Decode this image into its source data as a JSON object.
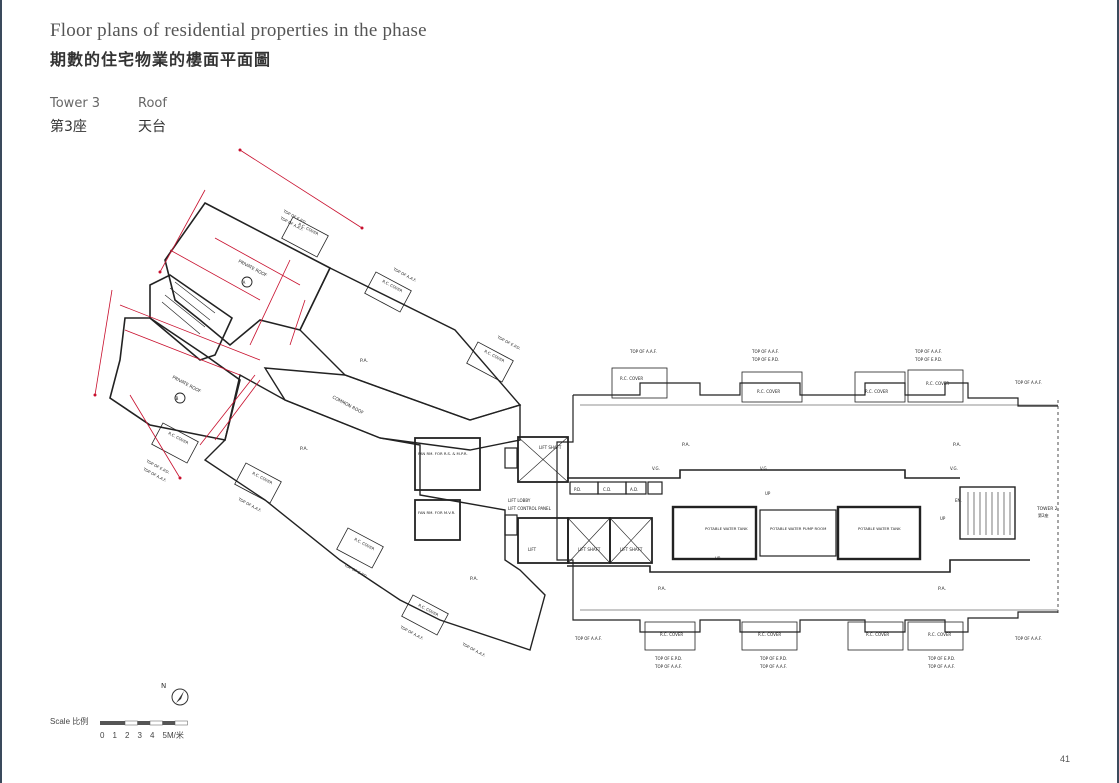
{
  "header": {
    "title_en": "Floor plans of residential properties in the phase",
    "title_zh": "期數的住宅物業的樓面平面圖"
  },
  "info": {
    "tower_en": "Tower 3",
    "tower_zh": "第3座",
    "floor_en": "Roof",
    "floor_zh": "天台"
  },
  "plan_labels": {
    "private_roof": "PRIVATE ROOF",
    "common_roof": "COMMON ROOF",
    "pa": "P.A.",
    "top_aaf": "TOP OF A.A.F.",
    "top_epd": "TOP OF E.P.D.",
    "rc_cover": "R.C. COVER",
    "lift_shaft": "LIFT SHAFT",
    "lift": "LIFT",
    "lift_lobby": "LIFT LOBBY",
    "lift_control": "LIFT CONTROL PANEL",
    "potable_tank": "POTABLE WATER TANK",
    "pump_room": "POTABLE WATER PUMP ROOM",
    "fan_rm_rs": "FAN RM. FOR R.S. & M.P.R.",
    "fan_rm_mvr": "FAN RM. FOR M.V.R.",
    "pd": "P.D.",
    "cd": "C.D.",
    "ad": "A.D.",
    "vg": "V.G.",
    "en": "EN.",
    "up": "UP",
    "tower2": "TOWER 2",
    "tower2_zh": "第2座",
    "a_marker": "A",
    "b_marker": "B"
  },
  "scale": {
    "label": "Scale 比例",
    "ticks": [
      "0",
      "1",
      "2",
      "3",
      "4",
      "5M/米"
    ]
  },
  "north": "N",
  "page_number": "41"
}
